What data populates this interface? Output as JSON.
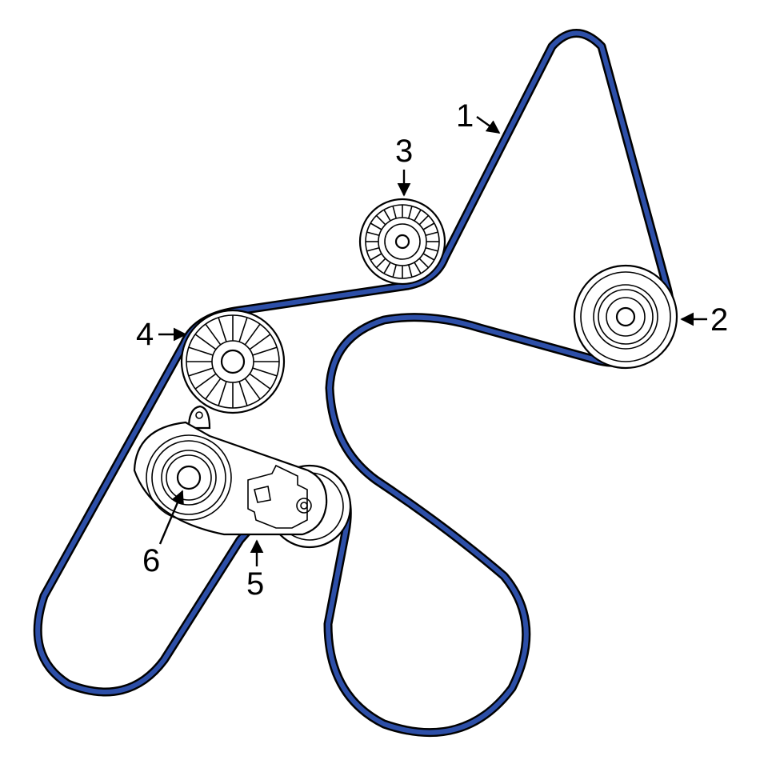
{
  "diagram": {
    "colors": {
      "belt": "#2d4fa8",
      "outline": "#000000",
      "background": "#ffffff"
    },
    "callouts": [
      {
        "id": "belt",
        "label": "1"
      },
      {
        "id": "pulley-right",
        "label": "2"
      },
      {
        "id": "idler-upper",
        "label": "3"
      },
      {
        "id": "idler-left",
        "label": "4"
      },
      {
        "id": "tensioner",
        "label": "5"
      },
      {
        "id": "tensioner-bolt",
        "label": "6"
      }
    ]
  }
}
